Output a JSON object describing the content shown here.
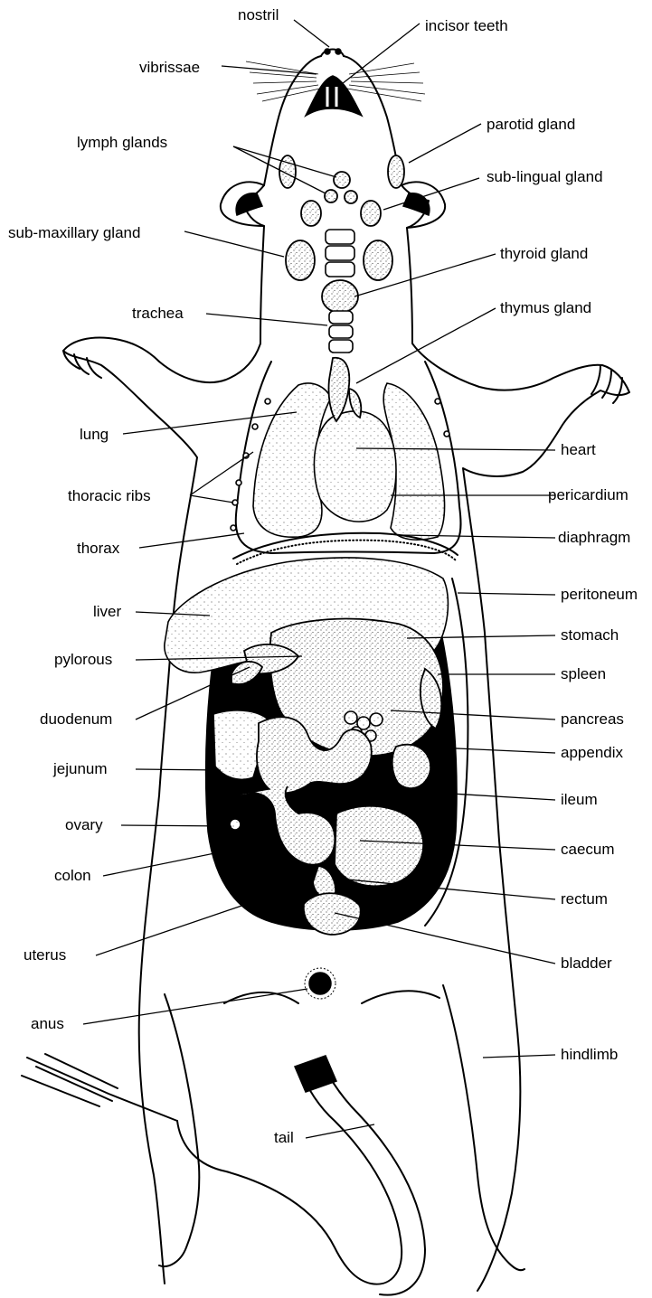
{
  "labels": {
    "nostril": "nostril",
    "incisor_teeth": "incisor  teeth",
    "vibrissae": "vibrissae",
    "parotid_gland": "parotid  gland",
    "lymph_glands": "lymph  glands",
    "sub_lingual_gland": "sub-lingual  gland",
    "sub_maxillary_gland": "sub-maxillary  gland",
    "thyroid_gland": "thyroid  gland",
    "trachea": "trachea",
    "thymus_gland": "thymus  gland",
    "lung": "lung",
    "heart": "heart",
    "thoracic_ribs": "thoracic  ribs",
    "pericardium": "pericardium",
    "thorax": "thorax",
    "diaphragm": "diaphragm",
    "liver": "liver",
    "peritoneum": "peritoneum",
    "stomach": "stomach",
    "pylorous": "pylorous",
    "spleen": "spleen",
    "duodenum": "duodenum",
    "pancreas": "pancreas",
    "jejunum": "jejunum",
    "appendix": "appendix",
    "ileum": "ileum",
    "ovary": "ovary",
    "caecum": "caecum",
    "colon": "colon",
    "rectum": "rectum",
    "uterus": "uterus",
    "bladder": "bladder",
    "anus": "anus",
    "hindlimb": "hindlimb",
    "tail": "tail"
  }
}
